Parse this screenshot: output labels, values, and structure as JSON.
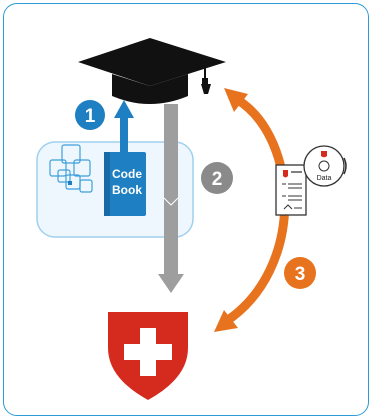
{
  "codebook": {
    "line1": "Code",
    "line2": "Book"
  },
  "steps": [
    {
      "number": "1",
      "color": "#1f7fc3"
    },
    {
      "number": "2",
      "color": "#8a8a8a"
    },
    {
      "number": "3",
      "color": "#e8731f"
    }
  ],
  "data_disk": {
    "label": "Data"
  },
  "colors": {
    "frame": "#2d9bd6",
    "blue_arrow": "#1f7fc3",
    "gray_arrow": "#9e9e9e",
    "orange_arrow": "#e8731f",
    "shield_red": "#d52b1e",
    "cap": "#111111"
  },
  "icons": [
    "graduation-cap-icon",
    "swiss-shield-icon",
    "document-icon",
    "data-disk-icon",
    "network-squares-icon"
  ]
}
